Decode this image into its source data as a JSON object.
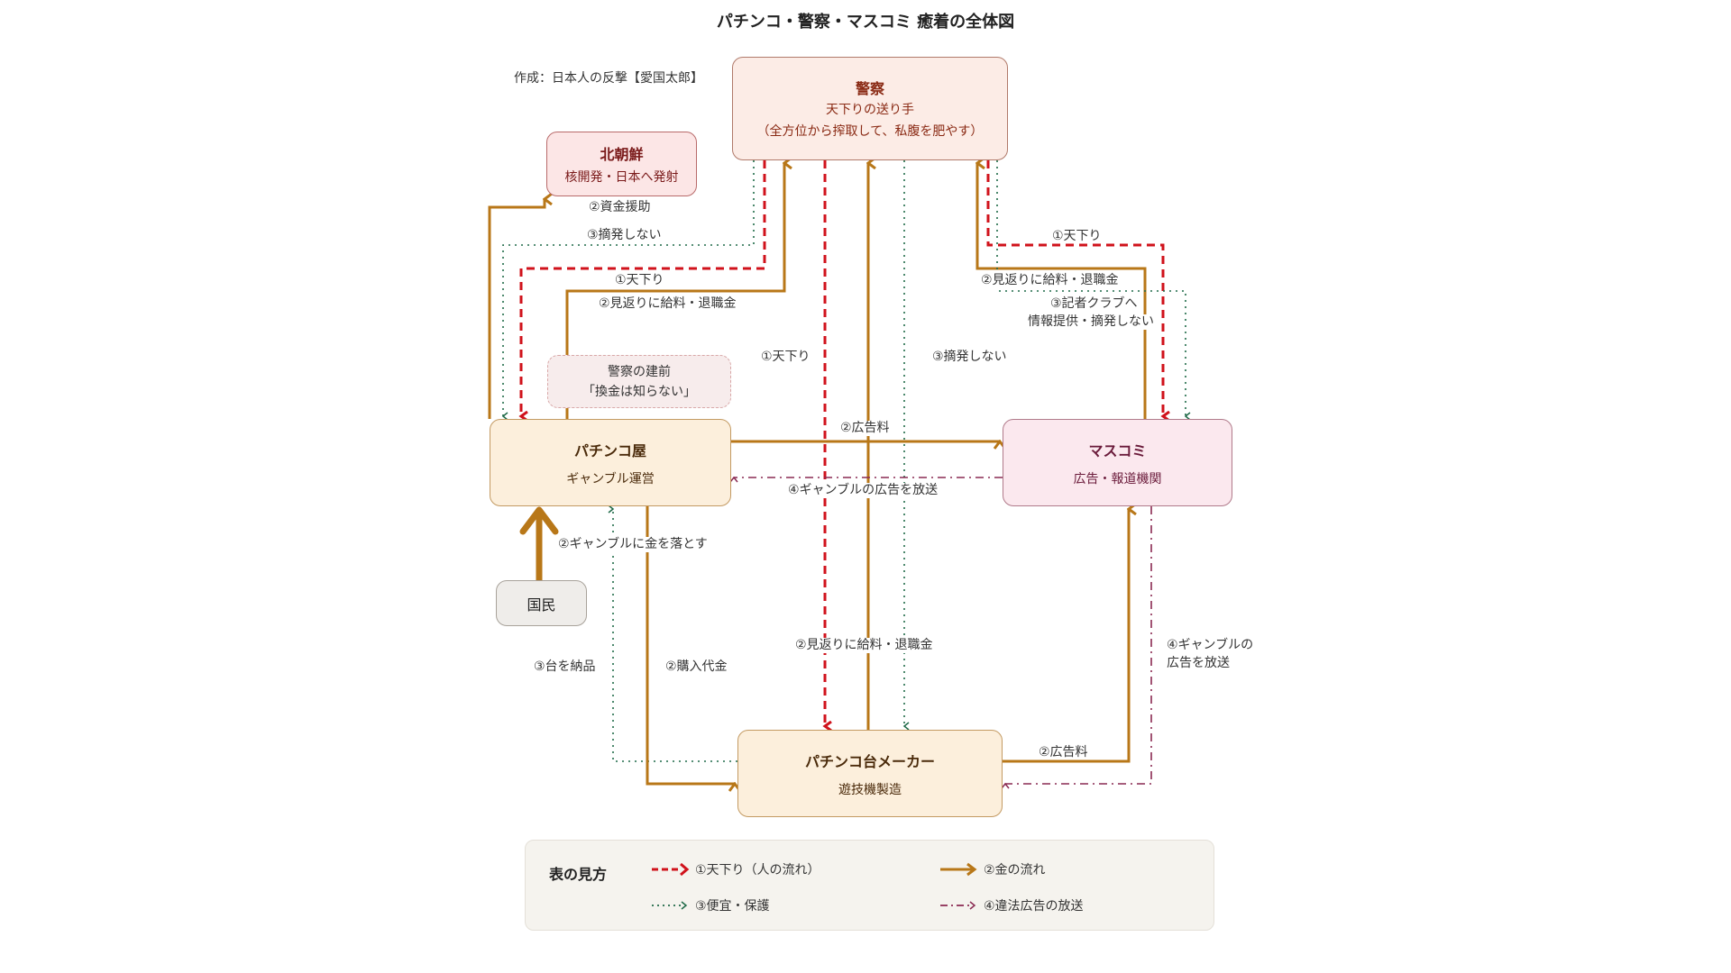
{
  "title": "パチンコ・警察・マスコミ 癒着の全体図",
  "credit": "作成：日本人の反撃【愛国太郎】",
  "nodes": {
    "police": {
      "name": "警察",
      "sub1": "天下りの送り手",
      "sub2": "（全方位から搾取して、私腹を肥やす）"
    },
    "north_korea": {
      "name": "北朝鮮",
      "sub": "核開発・日本へ発射"
    },
    "tatemae": {
      "line1": "警察の建前",
      "line2": "「換金は知らない」"
    },
    "pachinko_parlor": {
      "name": "パチンコ屋",
      "sub": "ギャンブル運営"
    },
    "mass_media": {
      "name": "マスコミ",
      "sub": "広告・報道機関"
    },
    "citizens": {
      "name": "国民"
    },
    "machine_maker": {
      "name": "パチンコ台メーカー",
      "sub": "遊技機製造"
    }
  },
  "edge_labels": {
    "funding_nk": "②資金援助",
    "no_crackdown_nk": "③摘発しない",
    "amakudari_parlor": "①天下り",
    "kickback_parlor": "②見返りに給料・退職金",
    "amakudari_maker": "①天下り",
    "no_crackdown_maker": "③摘発しない",
    "amakudari_media": "①天下り",
    "kickback_media": "②見返りに給料・退職金",
    "press_club_1": "③記者クラブへ",
    "press_club_2": "情報提供・摘発しない",
    "ad_fee_parlor": "②広告料",
    "broadcast_parlor": "④ギャンブルの広告を放送",
    "citizens_money": "②ギャンブルに金を落とす",
    "deliver_machines": "③台を納品",
    "purchase_price": "②購入代金",
    "kickback_maker": "②見返りに給料・退職金",
    "broadcast_maker_1": "④ギャンブルの",
    "broadcast_maker_2": "広告を放送",
    "ad_fee_maker": "②広告料"
  },
  "legend": {
    "title": "表の見方",
    "items": [
      {
        "label": "①天下り（人の流れ）",
        "style": "red-dashed",
        "color": "#d0121b"
      },
      {
        "label": "②金の流れ",
        "style": "brown-solid",
        "color": "#b87718"
      },
      {
        "label": "③便宜・保護",
        "style": "green-dotted",
        "color": "#1f6a48"
      },
      {
        "label": "④違法広告の放送",
        "style": "purple-dashdot",
        "color": "#8a2a52"
      }
    ]
  },
  "colors": {
    "amakudari": "#d0121b",
    "money": "#b87718",
    "protection": "#1f6a48",
    "broadcast": "#8a2a52"
  }
}
